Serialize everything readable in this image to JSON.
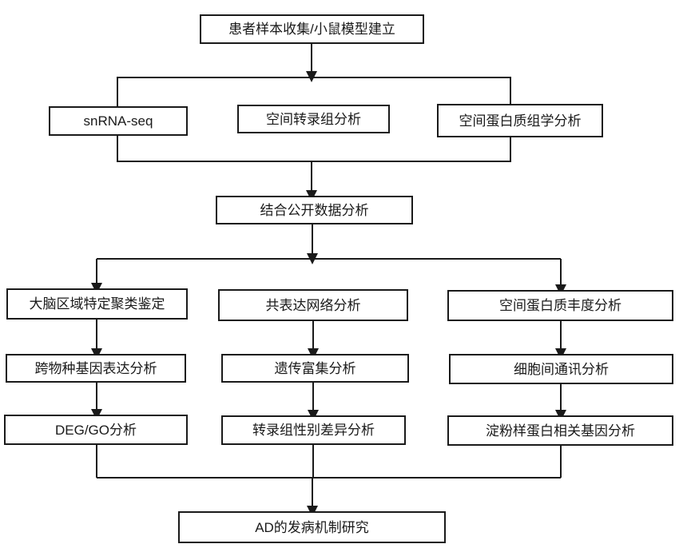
{
  "diagram": {
    "background_color": "#ffffff",
    "line_color": "#1a1a1a",
    "nodes": {
      "patient_sample": {
        "label": "患者样本收集/小鼠模型建立"
      },
      "snrna_seq": {
        "label": "snRNA-seq"
      },
      "spatial_transcriptomics": {
        "label": "空间转录组分析"
      },
      "spatial_proteomics": {
        "label": "空间蛋白质组学分析"
      },
      "public_data": {
        "label": "结合公开数据分析"
      },
      "brain_region_clustering": {
        "label": "大脑区域特定聚类鉴定"
      },
      "coexpression_network": {
        "label": "共表达网络分析"
      },
      "spatial_protein_abundance": {
        "label": "空间蛋白质丰度分析"
      },
      "cross_species_expression": {
        "label": "跨物种基因表达分析"
      },
      "genetic_enrichment": {
        "label": "遗传富集分析"
      },
      "cell_communication": {
        "label": "细胞间通讯分析"
      },
      "deg_go": {
        "label": "DEG/GO分析"
      },
      "transcriptome_sex_difference": {
        "label": "转录组性别差异分析"
      },
      "amyloid_related_genes": {
        "label": "淀粉样蛋白相关基因分析"
      },
      "ad_mechanism": {
        "label": "AD的发病机制研究"
      }
    }
  }
}
